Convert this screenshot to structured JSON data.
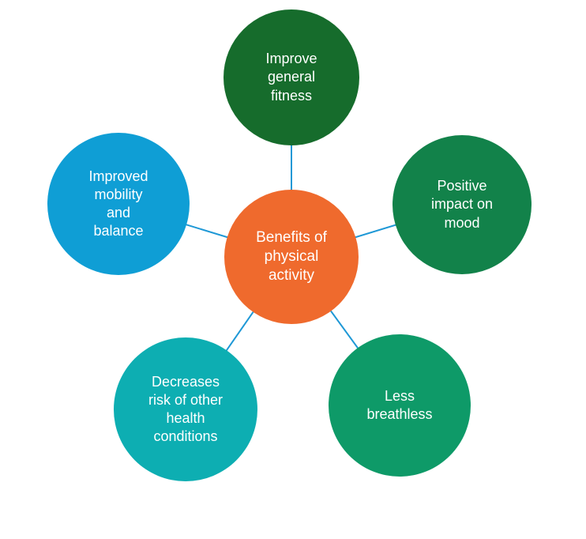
{
  "diagram": {
    "type": "radial-cycle",
    "background": "#FFFFFF",
    "connector_color": "#1E98D6",
    "text_color": "#FFFFFF",
    "center": {
      "label": "Benefits of\nphysical\nactivity",
      "color": "#EF6A2D"
    },
    "nodes": [
      {
        "id": "improve-general-fitness",
        "label": "Improve\ngeneral\nfitness",
        "color": "#166C2C",
        "position": "top"
      },
      {
        "id": "positive-impact-on-mood",
        "label": "Positive\nimpact on\nmood",
        "color": "#12824A",
        "position": "right"
      },
      {
        "id": "less-breathless",
        "label": "Less\nbreathless",
        "color": "#0E9A68",
        "position": "bottom-right"
      },
      {
        "id": "decreases-risk-of-other-health-conditions",
        "label": "Decreases\nrisk of other\nhealth\nconditions",
        "color": "#0DAEB2",
        "position": "bottom-left"
      },
      {
        "id": "improved-mobility-and-balance",
        "label": "Improved\nmobility\nand\nbalance",
        "color": "#0F9ED5",
        "position": "left"
      }
    ]
  }
}
